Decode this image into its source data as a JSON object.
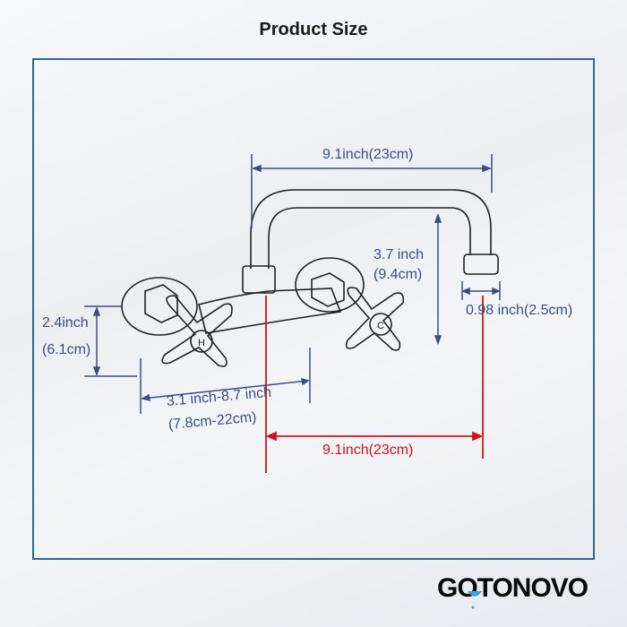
{
  "title": "Product Size",
  "dimensions": {
    "spout_reach_top": "9.1inch(23cm)",
    "spout_height_in": "3.7 inch",
    "spout_height_cm": "(9.4cm)",
    "outlet_diameter": "0.98 inch(2.5cm)",
    "handle_height_in": "2.4inch",
    "handle_height_cm": "(6.1cm)",
    "center_spread_in": "3.1 inch-8.7 inch",
    "center_spread_cm": "(7.8cm-22cm)",
    "spout_reach_red": "9.1inch(23cm)"
  },
  "handles": {
    "hot": "H",
    "cold": "C"
  },
  "brand": "GOTONOVO",
  "colors": {
    "frame": "#2f6a8a",
    "dimension": "#3b4c86",
    "highlight": "#d0141a",
    "logo_drop": "#3aa7dc"
  }
}
